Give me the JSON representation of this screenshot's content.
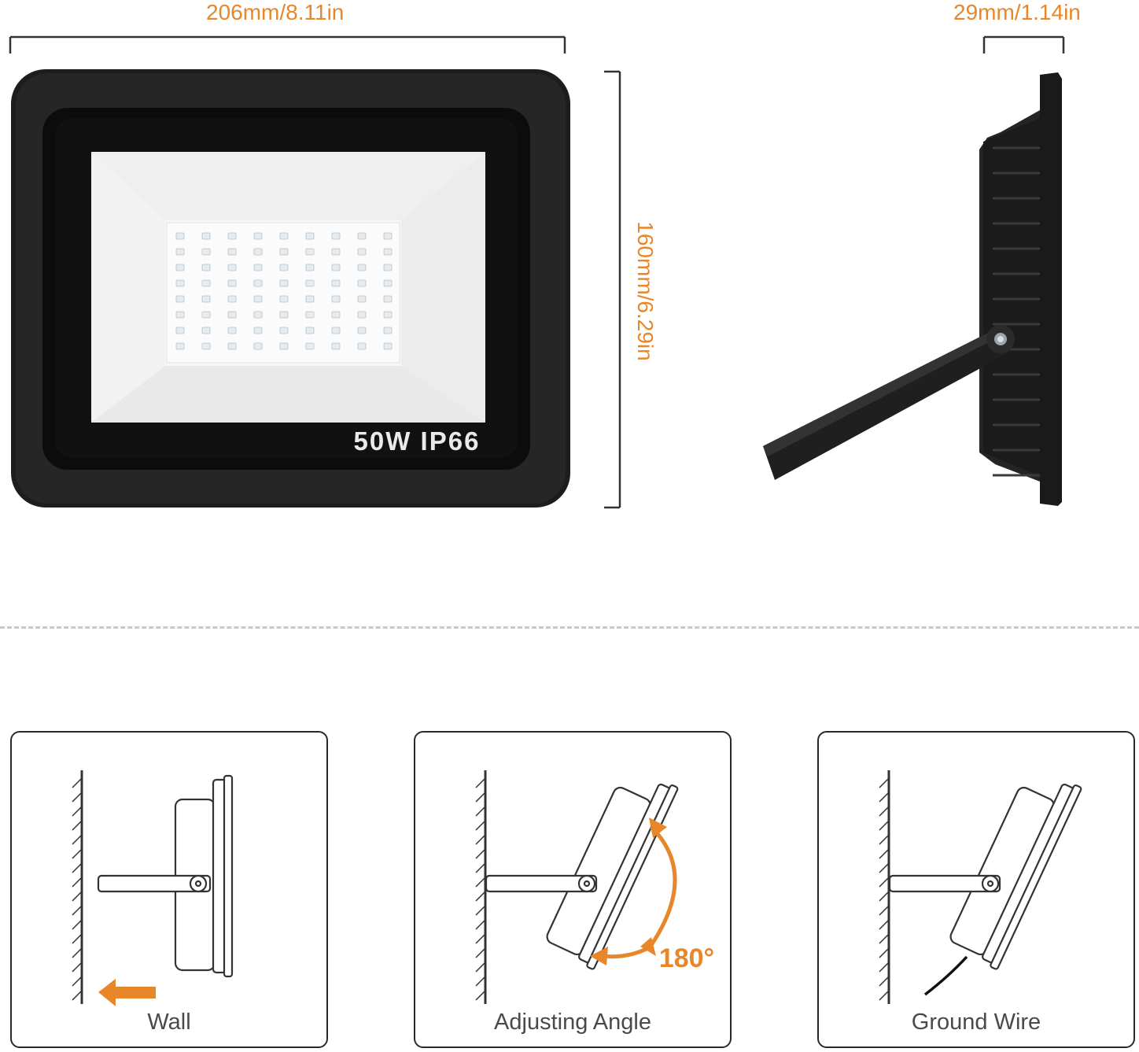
{
  "dimensions": {
    "width_label": "206mm/8.11in",
    "depth_label": "29mm/1.14in",
    "height_label": "160mm/6.29in",
    "accent_color": "#e8862a"
  },
  "product": {
    "badge": "50W IP66",
    "led_rows": 8,
    "led_cols": 9
  },
  "installation": {
    "panels": [
      {
        "label": "Wall",
        "icon": "wall-mount-icon"
      },
      {
        "label": "Adjusting Angle",
        "icon": "rotate-angle-icon",
        "angle": "180°"
      },
      {
        "label": "Ground Wire",
        "icon": "ground-wire-icon"
      }
    ]
  }
}
